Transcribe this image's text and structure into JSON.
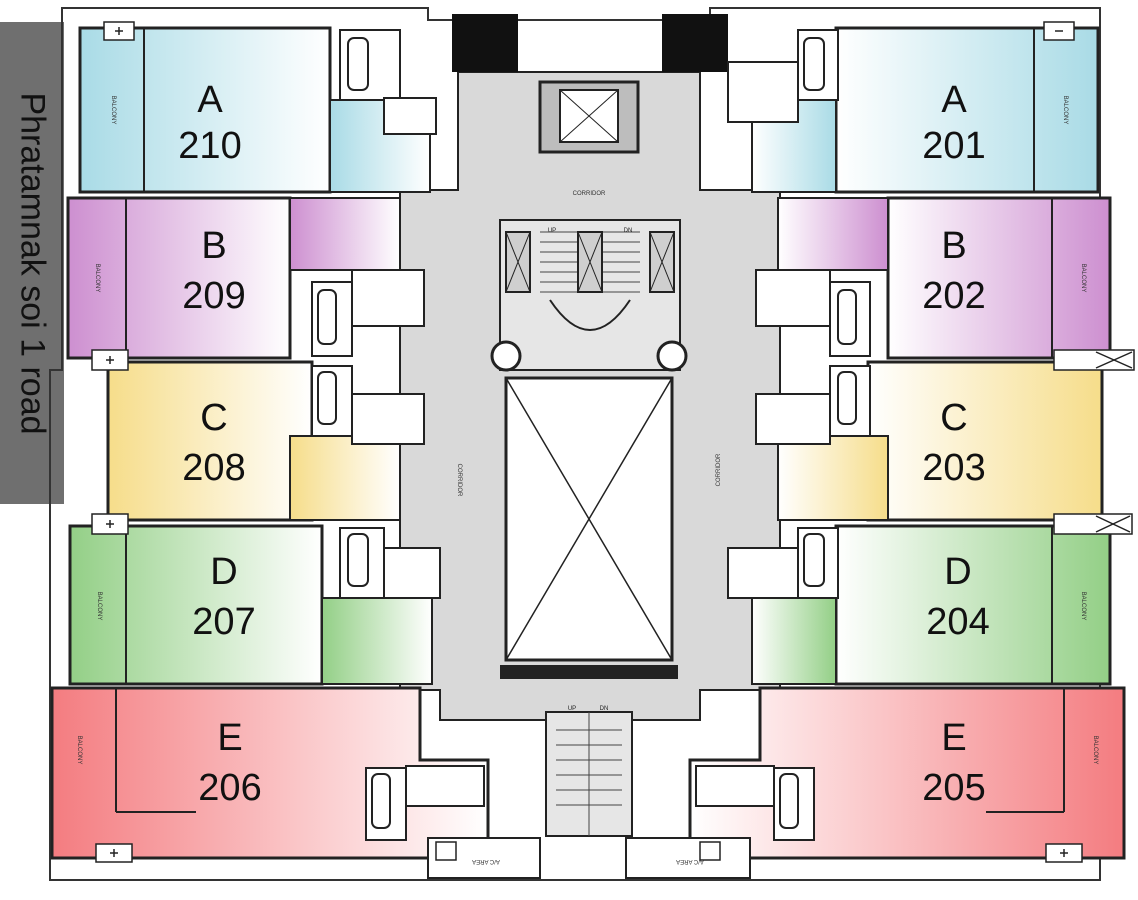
{
  "road_label": "Phratamnak soi 1 road",
  "corridor_label": "CORRIDOR",
  "balcony_label": "BALCONY",
  "ac_area_label": "A/C AREA",
  "stair_up_label": "UP",
  "stair_dn_label": "DN",
  "colors": {
    "A": "#a9dbe6",
    "B": "#cd8fd0",
    "C": "#f6dd8a",
    "D": "#93cf86",
    "E": "#f47c80",
    "core": "#d9d9d9"
  },
  "units": [
    {
      "type": "A",
      "number": "210"
    },
    {
      "type": "B",
      "number": "209"
    },
    {
      "type": "C",
      "number": "208"
    },
    {
      "type": "D",
      "number": "207"
    },
    {
      "type": "E",
      "number": "206"
    },
    {
      "type": "A",
      "number": "201"
    },
    {
      "type": "B",
      "number": "202"
    },
    {
      "type": "C",
      "number": "203"
    },
    {
      "type": "D",
      "number": "204"
    },
    {
      "type": "E",
      "number": "205"
    }
  ]
}
